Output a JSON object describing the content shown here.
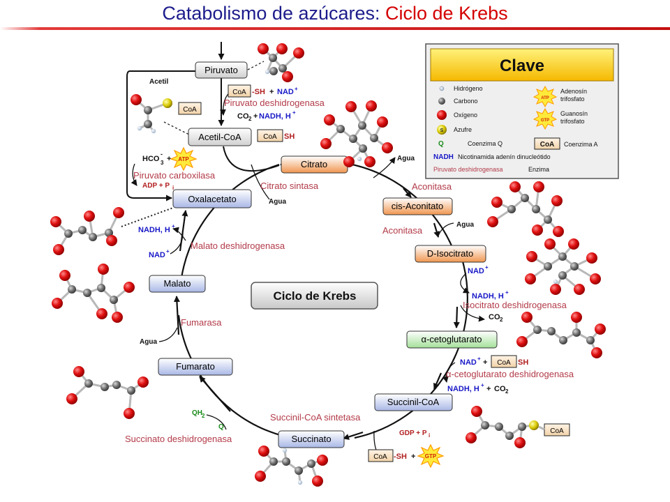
{
  "title": {
    "part1": "Catabolismo de azúcares: ",
    "part2": "Ciclo de Krebs"
  },
  "colors": {
    "title_blue": "#1c1c8c",
    "title_red": "#d40000",
    "enzyme": "#b23a48",
    "cofactor_blue": "#1818c8",
    "atp_orange": "#ff9900"
  },
  "center_label": "Ciclo de Krebs",
  "metabolites": {
    "piruvato": "Piruvato",
    "acetilcoa": "Acetil-CoA",
    "citrato": "Citrato",
    "cisaconitato": "cis-Aconitato",
    "disocitrato": "D-Isocitrato",
    "acetoglutarato": "α-cetoglutarato",
    "succinilcoa": "Succinil-CoA",
    "succinato": "Succinato",
    "fumarato": "Fumarato",
    "malato": "Malato",
    "oxalacetato": "Oxalacetato"
  },
  "enzymes": {
    "piruvato_deshidrogenasa": "Piruvato deshidrogenasa",
    "piruvato_carboxilasa": "Piruvato carboxilasa",
    "citrato_sintasa": "Citrato sintasa",
    "aconitasa1": "Aconitasa",
    "aconitasa2": "Aconitasa",
    "isocitrato_deshidrogenasa": "Isocitrato deshidrogenasa",
    "acetoglutarato_deshidrogenasa": "α-cetoglutarato deshidrogenasa",
    "succinilcoa_sintetasa": "Succinil-CoA sintetasa",
    "succinato_deshidrogenasa": "Succinato deshidrogenasa",
    "fumarasa": "Fumarasa",
    "malato_deshidrogenasa": "Malato deshidrogenasa"
  },
  "cofactors": {
    "acetil": "Acetil",
    "coa": "CoA",
    "sh": "-SH",
    "sh2": "SH",
    "plus": "+",
    "nad": "NAD",
    "nadh_h": "NADH, H",
    "co2": "CO",
    "sub2": "2",
    "sub3": "3",
    "sup_plus": "+",
    "sup_minus": "-",
    "hco": "HCO",
    "atp": "ATP",
    "adp_pi": "ADP + P",
    "i": "i",
    "agua": "Agua",
    "gdp_pi": "GDP + P",
    "gtp": "GTP",
    "qh": "QH",
    "q": "Q",
    "s": "S"
  },
  "legend": {
    "title": "Clave",
    "hidrogeno": "Hidrógeno",
    "carbono": "Carbono",
    "oxigeno": "Oxígeno",
    "azufre": "Azufre",
    "q": "Q",
    "coenzima_q": "Coenzima Q",
    "nadh": "NADH",
    "nadh_desc": "Nicotinamida adenín dinucleótido",
    "enzima_example": "Piruvato deshidrogenasa",
    "enzima": "Enzima",
    "atp": "ATP",
    "adenosin": "Adenosín",
    "trifosfato": "trifosfato",
    "gtp": "GTP",
    "guanosin": "Guanosín",
    "trifosfato2": "trifosfato",
    "coa": "CoA",
    "coenzima_a": "Coenzima A",
    "s": "S"
  }
}
